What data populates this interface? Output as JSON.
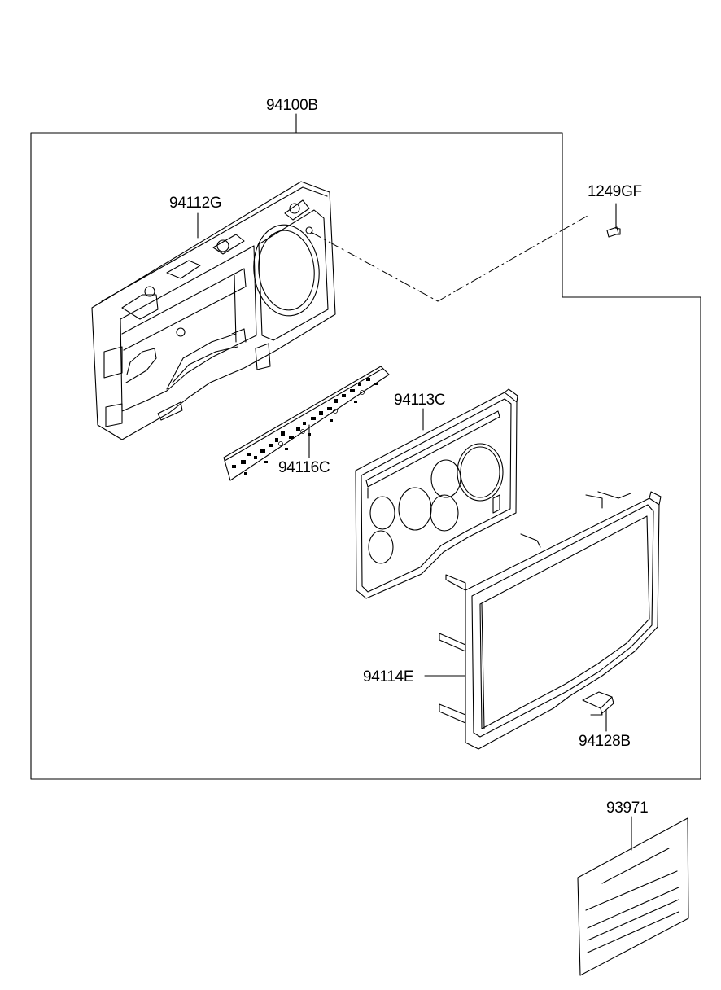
{
  "parts": {
    "assembly": "94100B",
    "case": "94112G",
    "screw": "1249GF",
    "circuit_board": "94116C",
    "face_plate": "94113C",
    "lens_cover": "94114E",
    "clip": "94128B",
    "label_sheet": "93971"
  }
}
